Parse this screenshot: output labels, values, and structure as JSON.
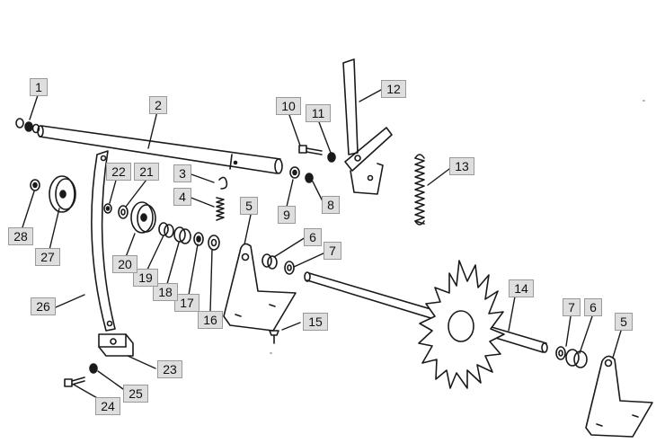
{
  "diagram": {
    "callouts": {
      "c1": "1",
      "c2": "2",
      "c3": "3",
      "c4": "4",
      "c5a": "5",
      "c5b": "5",
      "c6a": "6",
      "c6b": "6",
      "c7a": "7",
      "c7b": "7",
      "c8": "8",
      "c9": "9",
      "c10": "10",
      "c11": "11",
      "c12": "12",
      "c13": "13",
      "c14": "14",
      "c15": "15",
      "c16": "16",
      "c17": "17",
      "c18": "18",
      "c19": "19",
      "c20": "20",
      "c21": "21",
      "c22": "22",
      "c23": "23",
      "c24": "24",
      "c25": "25",
      "c26": "26",
      "c27": "27",
      "c28": "28"
    }
  }
}
